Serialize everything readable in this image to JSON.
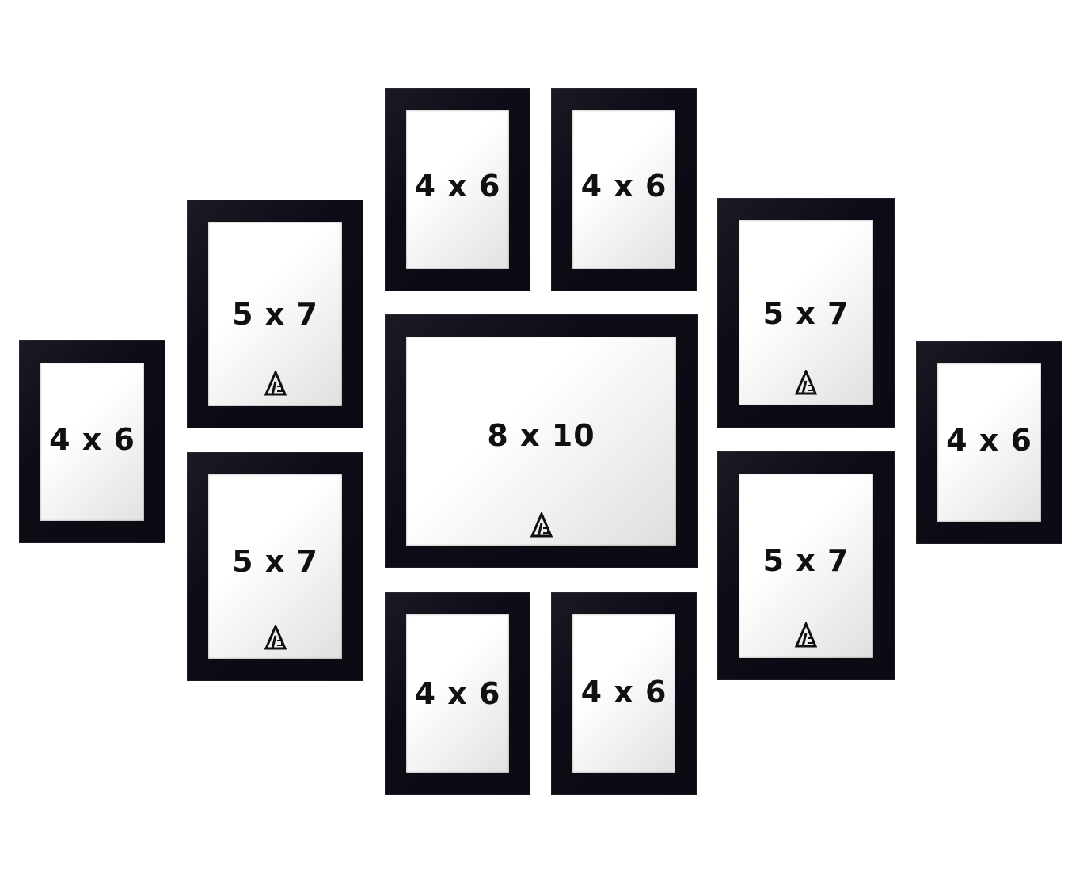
{
  "frames": [
    {
      "id": "top-left",
      "label": "4 x 6"
    },
    {
      "id": "top-right",
      "label": "4 x 6"
    },
    {
      "id": "left-upper",
      "label": "5 x 7"
    },
    {
      "id": "left-lower",
      "label": "5 x 7"
    },
    {
      "id": "far-left",
      "label": "4 x 6"
    },
    {
      "id": "center",
      "label": "8 x 10"
    },
    {
      "id": "right-upper",
      "label": "5 x 7"
    },
    {
      "id": "right-lower",
      "label": "5 x 7"
    },
    {
      "id": "far-right",
      "label": "4 x 6"
    },
    {
      "id": "bottom-left",
      "label": "4 x 6"
    },
    {
      "id": "bottom-right",
      "label": "4 x 6"
    }
  ],
  "logo_text": "AG",
  "colors": {
    "frame": "#0d0c16",
    "background": "#ffffff"
  }
}
